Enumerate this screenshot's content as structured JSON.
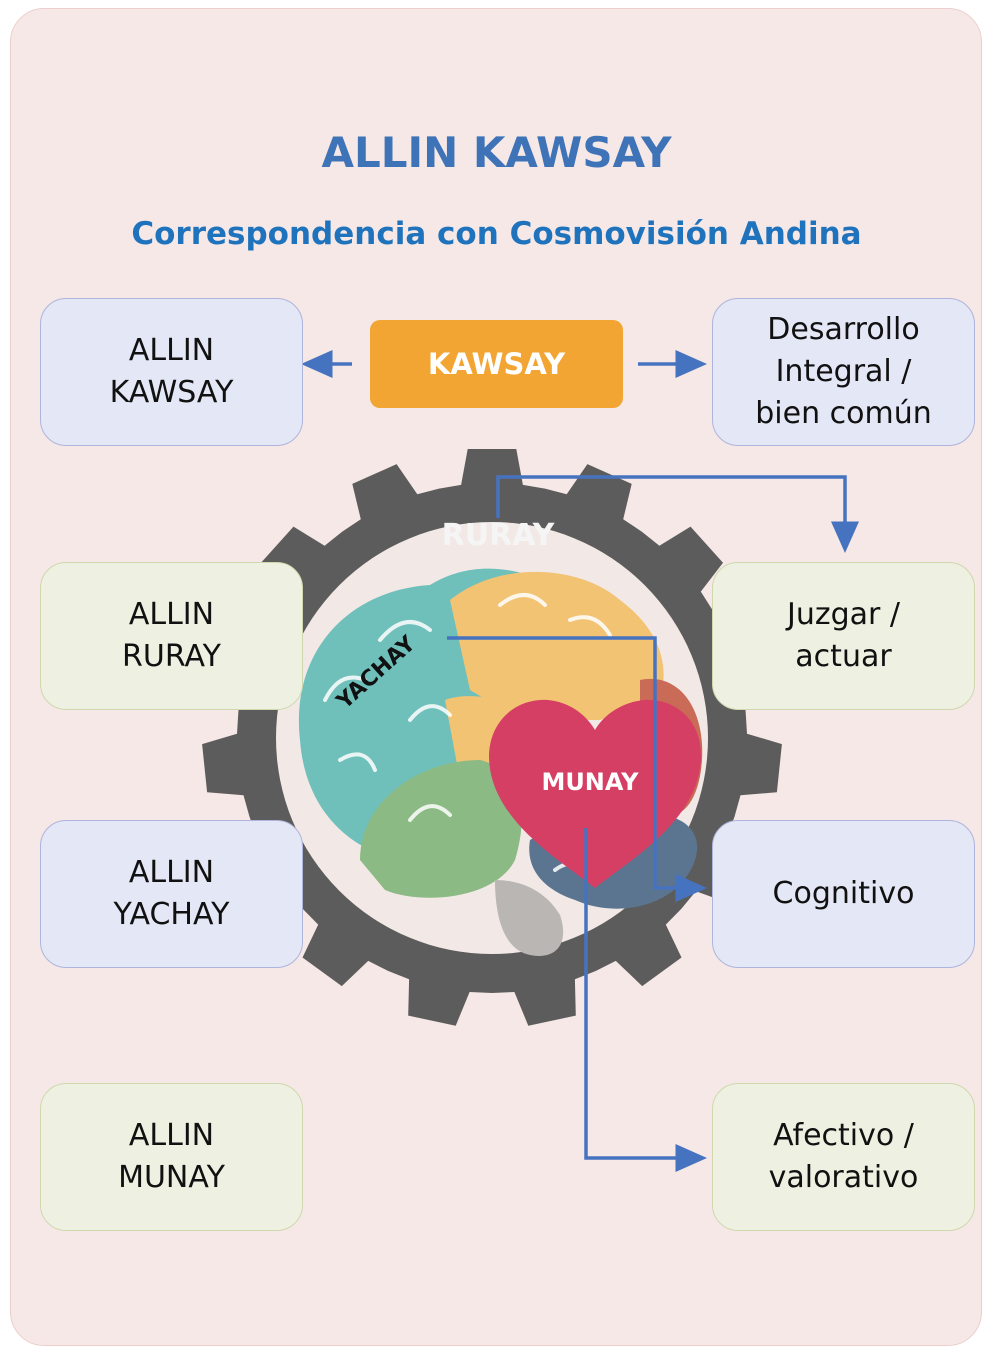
{
  "header": {
    "title": "ALLIN KAWSAY",
    "subtitle": "Correspondencia con Cosmovisión Andina"
  },
  "center_tag": "KAWSAY",
  "left_boxes": [
    {
      "line1": "ALLIN",
      "line2": "KAWSAY"
    },
    {
      "line1": "ALLIN",
      "line2": "RURAY"
    },
    {
      "line1": "ALLIN",
      "line2": "YACHAY"
    },
    {
      "line1": "ALLIN",
      "line2": "MUNAY"
    }
  ],
  "right_boxes": [
    {
      "lines": [
        "Desarrollo",
        "Integral /",
        "bien común"
      ]
    },
    {
      "lines": [
        "Juzgar /",
        "actuar"
      ]
    },
    {
      "lines": [
        "Cognitivo"
      ]
    },
    {
      "lines": [
        "Afectivo /",
        "valorativo"
      ]
    }
  ],
  "illustration": {
    "gear_label": "RURAY",
    "brain_label": "YACHAY",
    "heart_label": "MUNAY"
  },
  "colors": {
    "card_bg": "#f5e8e6",
    "title": "#3f73b8",
    "subtitle": "#1f73bd",
    "accent_orange": "#f3a533",
    "arrow": "#4673bf",
    "box_blue": "#e4e7f5",
    "box_green": "#eef1e2",
    "gear": "#5d5c5c",
    "heart": "#d63f64"
  }
}
